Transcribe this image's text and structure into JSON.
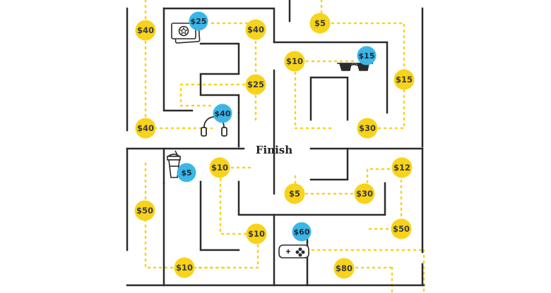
{
  "game": {
    "finish_label": "Finish",
    "colors": {
      "wall": "#2b2b2b",
      "coin": "#f7d31a",
      "badge": "#3bb6e6",
      "trail": "#f7d31a"
    },
    "coins": [
      "$40",
      "$40",
      "$5",
      "$10",
      "$25",
      "$15",
      "$40",
      "$30",
      "$10",
      "$12",
      "$50",
      "$5",
      "$30",
      "$10",
      "$50",
      "$10",
      "$80"
    ],
    "items": [
      {
        "name": "ticket-icon",
        "price": "$25"
      },
      {
        "name": "headphones-icon",
        "price": "$40"
      },
      {
        "name": "glasses-icon",
        "price": "$15"
      },
      {
        "name": "drink-cup-icon",
        "price": "$5"
      },
      {
        "name": "game-controller-icon",
        "price": "$60"
      }
    ]
  }
}
